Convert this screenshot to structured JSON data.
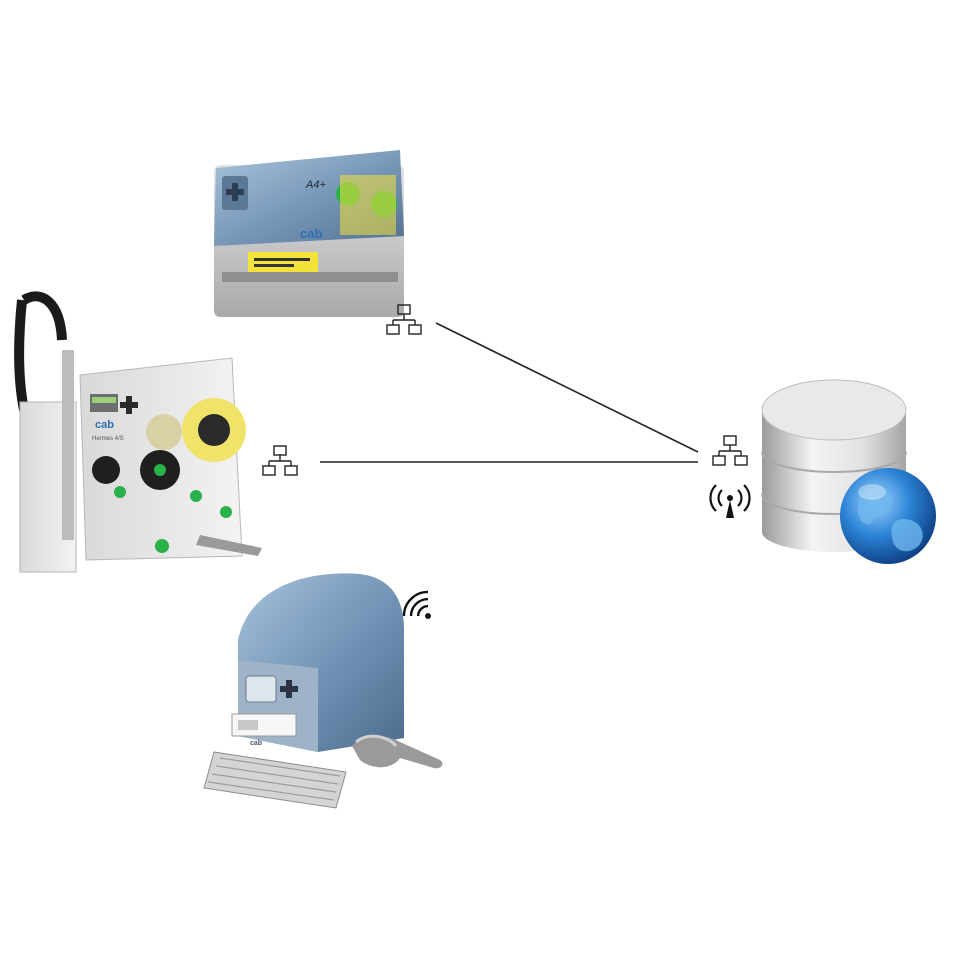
{
  "diagram": {
    "title": "",
    "devices": {
      "printer_a4": {
        "brand_label": "cab",
        "model_label": "A4+"
      },
      "print_apply": {
        "brand_label": "cab",
        "model_label": "Hermes 4/S"
      },
      "desktop_printer": {
        "brand_label": "cab"
      },
      "server": {}
    },
    "connections": [
      {
        "from": "printer_a4",
        "to": "server",
        "type": "ethernet"
      },
      {
        "from": "print_apply",
        "to": "server",
        "type": "ethernet"
      },
      {
        "from": "desktop_printer",
        "to": "server",
        "type": "wireless"
      }
    ],
    "icons": [
      "network-icon",
      "wireless-antenna-icon",
      "wifi-icon",
      "globe-icon",
      "database-icon"
    ],
    "colors": {
      "line": "#222222",
      "printer_blue": "#7f9fbf",
      "printer_body": "#6f8faf",
      "cab_green": "#2bb14a",
      "label_yellow": "#f2e23a",
      "globe_blue": "#1d6fc4",
      "server_silver": "#cfcfcf"
    }
  }
}
